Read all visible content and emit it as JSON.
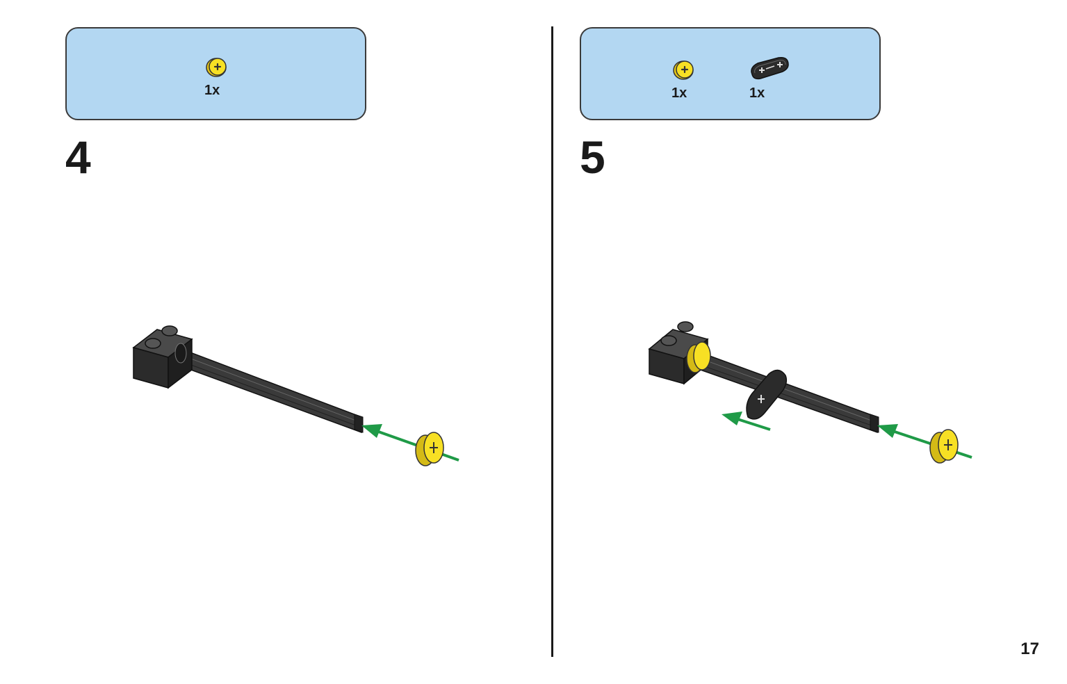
{
  "steps": [
    {
      "number": "4",
      "parts": [
        {
          "part": "yellow-bush",
          "quantity": "1x"
        }
      ]
    },
    {
      "number": "5",
      "parts": [
        {
          "part": "yellow-bush",
          "quantity": "1x"
        },
        {
          "part": "black-liftarm",
          "quantity": "1x"
        }
      ]
    }
  ],
  "page_number": "17",
  "colors": {
    "parts_box_bg": "#b3d7f2",
    "arrow": "#1f9a47",
    "bush": "#f7e024",
    "brick": "#2b2b2b"
  }
}
